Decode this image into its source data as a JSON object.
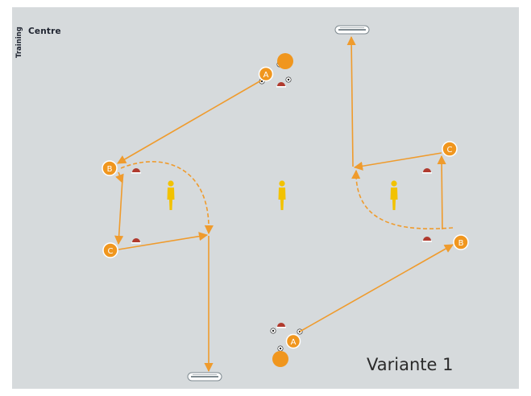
{
  "logo": {
    "word_top": "Centre",
    "word_side": "Training"
  },
  "variant_label": "Variante 1",
  "players": {
    "a": "A",
    "b": "B",
    "c": "C"
  },
  "colors": {
    "field": "#d6dadc",
    "player": "#f0961e",
    "arrow": "#ef9b2d",
    "dummy": "#f2c200",
    "cone": "#b03a2e"
  }
}
